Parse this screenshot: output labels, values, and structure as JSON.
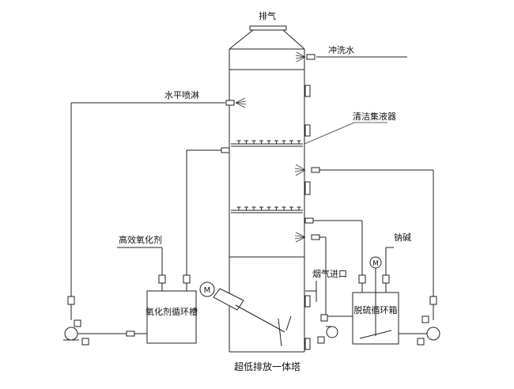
{
  "labels": {
    "exhaust": "排气",
    "wash_water": "冲洗水",
    "horizontal_spray": "水平喷淋",
    "mist_eliminator": "清洁集液器",
    "oxidant": "高效氧化剂",
    "oxidant_tank": "氧化剂循环槽",
    "flue_gas_inlet": "烟气进口",
    "alkali": "钠碱",
    "desulf_tank": "脱硫循环箱",
    "motor_mark": "M",
    "title": "超低排放一体塔"
  }
}
